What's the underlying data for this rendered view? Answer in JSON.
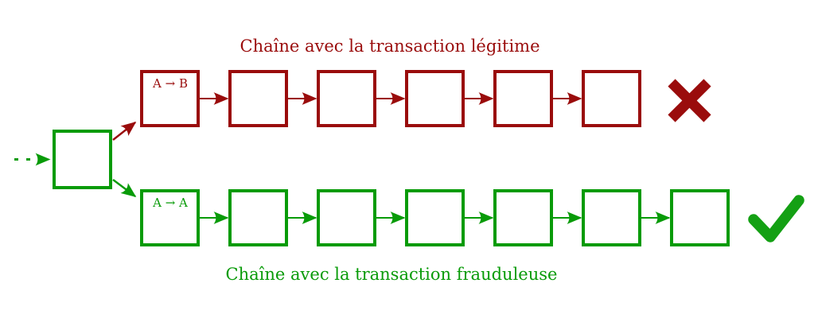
{
  "diagram": {
    "title_top": "Chaîne avec la transaction légitime",
    "title_bottom": "Chaîne avec la transaction frauduleuse",
    "colors": {
      "red": "#9a0c0c",
      "green": "#089b08",
      "check_green": "#14a014"
    },
    "chains": {
      "legitimate": {
        "block_count": 6,
        "first_block_label": "A → B",
        "verdict_mark": "✖"
      },
      "fraudulent": {
        "block_count": 7,
        "first_block_label": "A → A",
        "verdict_mark": "✔"
      }
    }
  }
}
